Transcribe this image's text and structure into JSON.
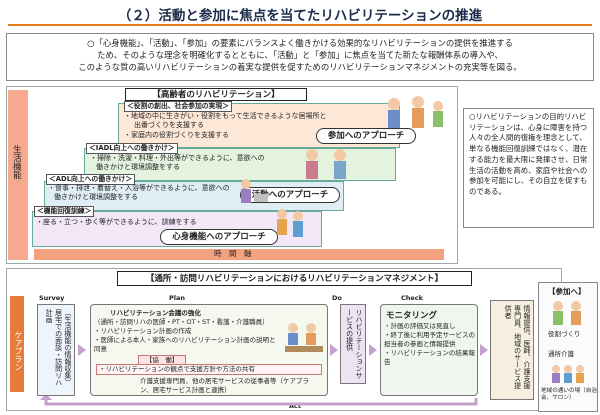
{
  "title": "（２）活動と参加に焦点を当てたリハビリテーションの推進",
  "summary": {
    "line1": "○「心身機能」、「活動」、「参加」の要素にバランスよく働きかける効果的なリハビリテーションの提供を推進する",
    "line2": "ため、そのような理念を明確化するとともに、「活動」と「参加」に焦点を当てた新たな報酬体系の導入や、",
    "line3": "このような質の高いリハビリテーションの着実な提供を促すためのリハビリテーションマネジメントの充実等を図る。"
  },
  "upper": {
    "header": "【高齢者のリハビリテーション】",
    "vertical_axis": "生活機能",
    "horizontal_axis": "時　間　軸",
    "layers": [
      {
        "label": "＜役割の創出、社会参加の実現＞",
        "text1": "・地域の中に生きがい・役割をもって生活できるような居場所と",
        "text2": "出番づくりを支援する",
        "text3": "・家庭内の役割づくりを支援する",
        "pill": "参加へのアプローチ"
      },
      {
        "label": "＜IADL向上への働きかけ＞",
        "text1": "・掃除・洗濯・料理・外出等ができるように、意欲への",
        "text2": "働きかけと環境調整をする",
        "pill": "活動へのアプローチ"
      },
      {
        "label": "＜ADL向上への働きかけ＞",
        "text1": "・食事・排泄・着替え・入浴等ができるように、意欲への",
        "text2": "働きかけと環境調整をする"
      },
      {
        "label": "＜機能回復訓練＞",
        "text1": "・座る・立つ・歩く等ができるように、訓練をする",
        "pill": "心身機能へのアプローチ"
      }
    ],
    "side_note": "○リハビリテーションの目的リハビリテーションは、心身に障害を持つ人々の全人間的復権を理念として、単なる機能回復訓練ではなく、潜在する能力を最大限に発揮させ、日常生活の活動を高め、家庭や社会への参加を可能にし、その自立を促すものである。"
  },
  "lower": {
    "header": "【通所・訪問リハビリテーションにおけるリハビリテーションマネジメント】",
    "side_label": "ケアプラン",
    "stages": {
      "survey": "Survey",
      "plan": "Plan",
      "do": "Do",
      "check": "Check",
      "act": "Act"
    },
    "survey_box": "（生活機能の情報収集）居宅での面談・訪問リハ計画",
    "plan_title": "リハビリテーション会議の強化",
    "plan_items": [
      "（通所・訪問リハの医師・PT・OT・ST・看護・介護職員）",
      "・リハビリテーション計画の作成",
      "・医師による本人・家族へのリハビリテーション計画の説明と同意"
    ],
    "cooperation_title": "【協　働】",
    "cooperation_text": "・リハビリテーションの観点で支援方針や方法の共有",
    "care_manager_text": "介護支援専門員、他の居宅サービスの従事者等（ケアプラン、居宅サービス計画と連携）",
    "do_box": "リハビリテーションサービスの提供",
    "check_title": "モニタリング",
    "check_items": [
      "・計画の評価又は見直し",
      "・終了後に利用予定サービスの担当者の参画と情報提供",
      "・リハビリテーションの結果報告"
    ],
    "info_box": "情報提供、医師、介護支援専門員、地域のサービス提供者",
    "participation_label": "【参加へ】",
    "participation_role": "役割づくり",
    "participation_places": [
      "通所介護",
      "地域の通いの場（自治会、サロン）"
    ]
  }
}
